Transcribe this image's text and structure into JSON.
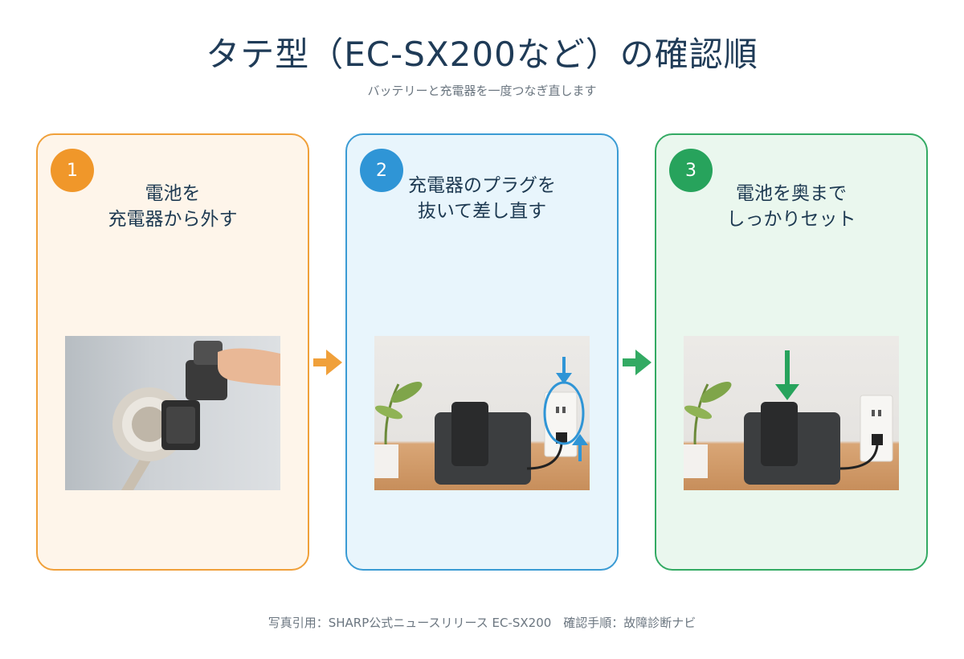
{
  "header": {
    "title": "タテ型（EC-SX200など）の確認順",
    "subtitle": "バッテリーと充電器を一度つなぎ直します"
  },
  "steps": [
    {
      "number": "1",
      "line1": "電池を",
      "line2": "充電器から外す",
      "accent": "#f0972a"
    },
    {
      "number": "2",
      "line1": "充電器のプラグを",
      "line2": "抜いて差し直す",
      "accent": "#2f95d6"
    },
    {
      "number": "3",
      "line1": "電池を奥まで",
      "line2": "しっかりセット",
      "accent": "#27a35c"
    }
  ],
  "arrows": [
    {
      "icon": "arrow-right-icon",
      "color": "#f0a03a"
    },
    {
      "icon": "arrow-right-icon",
      "color": "#33aa63"
    }
  ],
  "footer": {
    "credit": "写真引用：SHARP公式ニュースリリース EC-SX200　確認手順：故障診断ナビ"
  }
}
